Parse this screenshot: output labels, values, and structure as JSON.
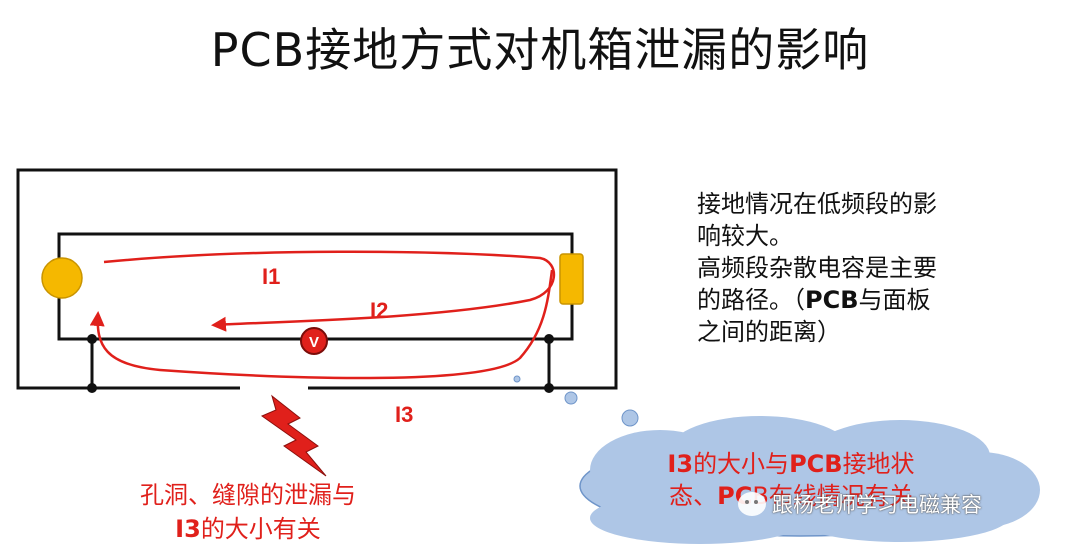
{
  "title": "PCB接地方式对机箱泄漏的影响",
  "diagram": {
    "labels": {
      "i1": "I1",
      "i2": "I2",
      "i3": "I3",
      "voltmeter": "V"
    }
  },
  "note": {
    "line1": "接地情况在低频段的影",
    "line2": "响较大。",
    "line3": "高频段杂散电容是主要",
    "line4_a": "的路径。（",
    "line4_b": "PCB",
    "line4_c": "与面板",
    "line5": "之间的距离）"
  },
  "caption": {
    "line1": "孔洞、缝隙的泄漏与",
    "line2_a": "I3",
    "line2_b": "的大小有关"
  },
  "cloud": {
    "line1_a": "I3",
    "line1_b": "的大小与",
    "line1_c": "PCB",
    "line1_d": "接地状",
    "line2_a": "态、",
    "line2_b": "PC",
    "line2_c": "B布线情况有关"
  },
  "watermark": "跟杨老师学习电磁兼容",
  "colors": {
    "current_red": "#e0201b",
    "component_yellow": "#f5b800",
    "cloud_fill": "#aec6e6",
    "outline": "#111111"
  }
}
